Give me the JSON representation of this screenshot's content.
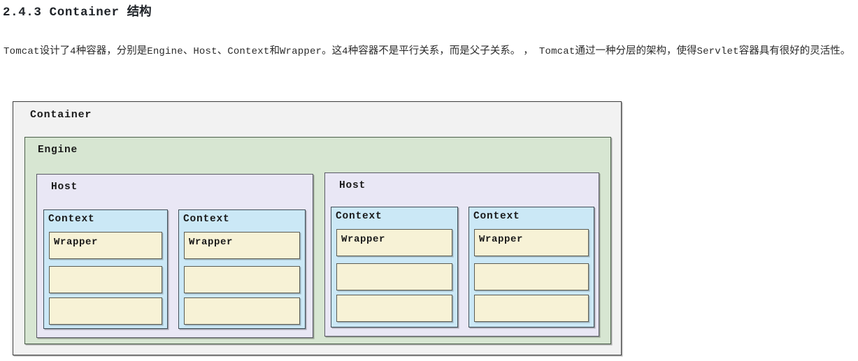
{
  "heading": {
    "number": "2.4.3",
    "term": "Container",
    "cjk": "结构",
    "full": "2.4.3 Container 结构"
  },
  "paragraph": {
    "seg1_mono": "Tomcat",
    "seg2": "设计了",
    "seg3_mono": "4",
    "seg4": "种容器，分别是",
    "seg5_mono": "Engine",
    "seg6": "、",
    "seg7_mono": "Host",
    "seg8": "、",
    "seg9_mono": "Context",
    "seg10": "和",
    "seg11_mono": "Wrapper",
    "seg12": "。这",
    "seg13_mono": "4",
    "seg14": "种容器不是平行关系，而是父子关系。 ，  ",
    "seg15_mono": "Tomcat",
    "seg16": "通过一种分层的架构，使得",
    "seg17_mono": "Servlet",
    "seg18": "容器具有很好的灵活性。"
  },
  "diagram": {
    "type": "nested-hierarchy",
    "container": {
      "label": "Container",
      "fill": "#f2f2f2",
      "border": "#3d3d3d"
    },
    "engine": {
      "label": "Engine",
      "fill": "#d7e6d2",
      "border": "#4c5f4a"
    },
    "hosts": [
      {
        "label": "Host",
        "fill": "#e9e7f5",
        "border": "#5a5a66",
        "contexts": [
          {
            "label": "Context",
            "fill": "#cbe8f6",
            "border": "#3f4f58",
            "slots": [
              {
                "label": "Wrapper"
              },
              {
                "label": ""
              },
              {
                "label": ""
              }
            ]
          },
          {
            "label": "Context",
            "fill": "#cbe8f6",
            "border": "#3f4f58",
            "slots": [
              {
                "label": "Wrapper"
              },
              {
                "label": ""
              },
              {
                "label": ""
              }
            ]
          }
        ]
      },
      {
        "label": "Host",
        "fill": "#e9e7f5",
        "border": "#5a5a66",
        "contexts": [
          {
            "label": "Context",
            "fill": "#cbe8f6",
            "border": "#3f4f58",
            "slots": [
              {
                "label": "Wrapper"
              },
              {
                "label": ""
              },
              {
                "label": ""
              }
            ]
          },
          {
            "label": "Context",
            "fill": "#cbe8f6",
            "border": "#3f4f58",
            "slots": [
              {
                "label": "Wrapper"
              },
              {
                "label": ""
              },
              {
                "label": ""
              }
            ]
          }
        ]
      }
    ],
    "slot_fill": "#f7f2d6",
    "slot_border": "#5c5c52"
  }
}
